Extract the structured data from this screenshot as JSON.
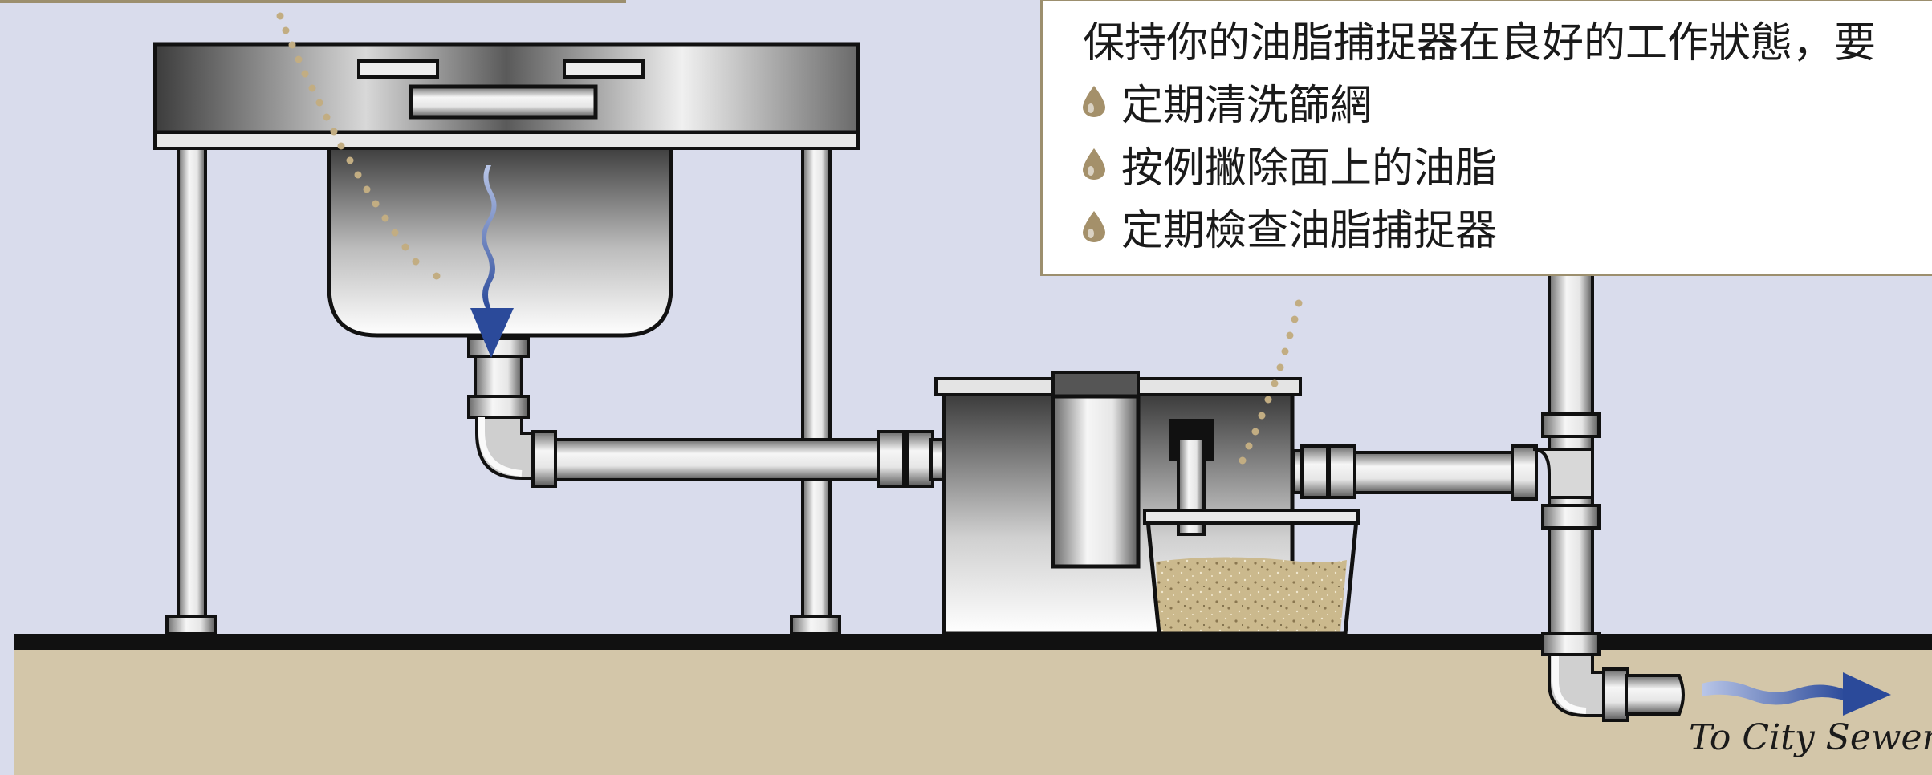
{
  "tip_box": {
    "heading": "保持你的油脂捕捉器在良好的工作狀態，要",
    "items": [
      {
        "text": "定期清洗篩網",
        "icon": "grease-drop-icon"
      },
      {
        "text": "按例撇除面上的油脂",
        "icon": "grease-drop-icon"
      },
      {
        "text": "定期檢查油脂捕捉器",
        "icon": "grease-drop-icon"
      }
    ]
  },
  "labels": {
    "sewer": "To City Sewer"
  },
  "colors": {
    "wall": "#d9dcec",
    "ground": "#d3c6a9",
    "floor_line": "#111111",
    "steel_dark": "#4a4a4a",
    "steel_light": "#f4f4f4",
    "grease": "#cbb98d",
    "water_flow": "#2b4a9a",
    "drip": "#c2ad82"
  }
}
